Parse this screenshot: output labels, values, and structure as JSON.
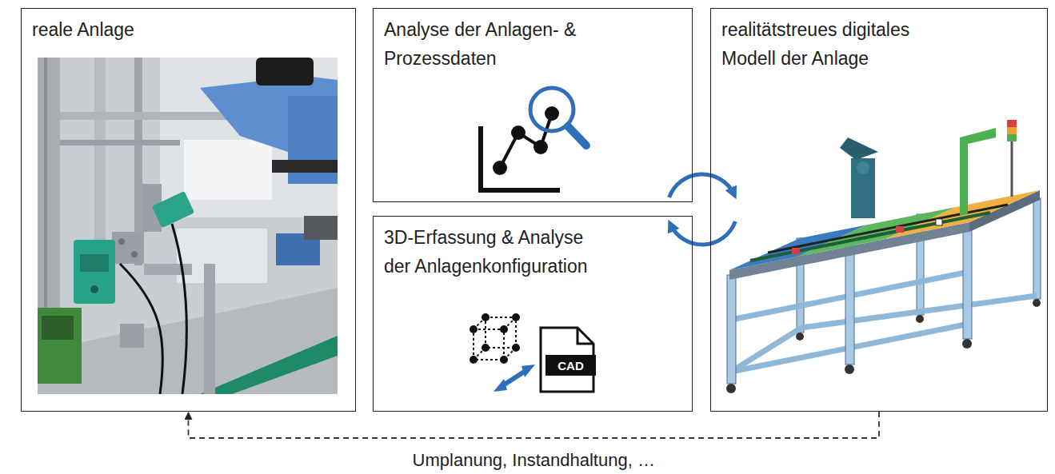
{
  "diagram": {
    "nodes": [
      {
        "text": [
          "reale Anlage"
        ]
      },
      {
        "text": [
          "Analyse der Anlagen- & Prozessdaten"
        ]
      },
      {
        "text": [
          "3D-Erfassung & Analyse der Anlagenkonfiguration"
        ]
      },
      {
        "text": [
          "realitätstreues digitales Modell der Anlage"
        ]
      }
    ],
    "edges": [
      {
        "from": 3,
        "to": 0,
        "arrow": "to",
        "label": "Umplanung, Instandhaltung, …"
      }
    ],
    "labels": [
      "CAD"
    ]
  }
}
